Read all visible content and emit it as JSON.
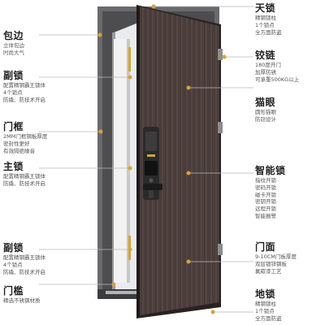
{
  "labels": {
    "baobian": {
      "title": "包边",
      "desc": [
        "立体包边",
        "时尚大气"
      ]
    },
    "fusuo_top": {
      "title": "副锁",
      "desc": [
        "配置精钢霸王锁体",
        "4个锁点",
        "防撬、防技术开启"
      ]
    },
    "menkuang": {
      "title": "门框",
      "desc": [
        "2MM门框钢板厚度",
        "密封性更好",
        "有效隔绝噪音"
      ]
    },
    "zhusuo": {
      "title": "主锁",
      "desc": [
        "配置精钢霸王锁体",
        "防撬、防技术开启"
      ]
    },
    "fusuo_bottom": {
      "title": "副锁",
      "desc": [
        "配置精钢霸王锁体",
        "4个锁点",
        "防撬、防技术开启"
      ]
    },
    "menkan": {
      "title": "门槛",
      "desc": [
        "精选不锈钢材质"
      ]
    },
    "tiansuo": {
      "title": "天锁",
      "desc": [
        "精钢锁柱",
        "1个锁点",
        "全方面防盗"
      ]
    },
    "jiaolian": {
      "title": "铰链",
      "desc": [
        "180度开门",
        "加厚防锈",
        "可承重500KG以上"
      ]
    },
    "maoyan": {
      "title": "猫眼",
      "desc": [
        "圆形猫眼",
        "防窃设计"
      ]
    },
    "zhinengsuo": {
      "title": "智能锁",
      "desc": [
        "指纹开锁",
        "密码开锁",
        "磁卡开锁",
        "密钥开锁",
        "远程开锁",
        "智能报警"
      ]
    },
    "menmian": {
      "title": "门面",
      "desc": [
        "9-10CM门板厚度",
        "双层镀锌钢板",
        "氟碳漆工艺"
      ]
    },
    "disuo": {
      "title": "地锁",
      "desc": [
        "精钢锁柱",
        "1个锁点",
        "全方面防盗"
      ]
    }
  },
  "colors": {
    "accent": "#d4a23c",
    "door": "#4a3c3a",
    "frame": "#5b5b5d"
  }
}
